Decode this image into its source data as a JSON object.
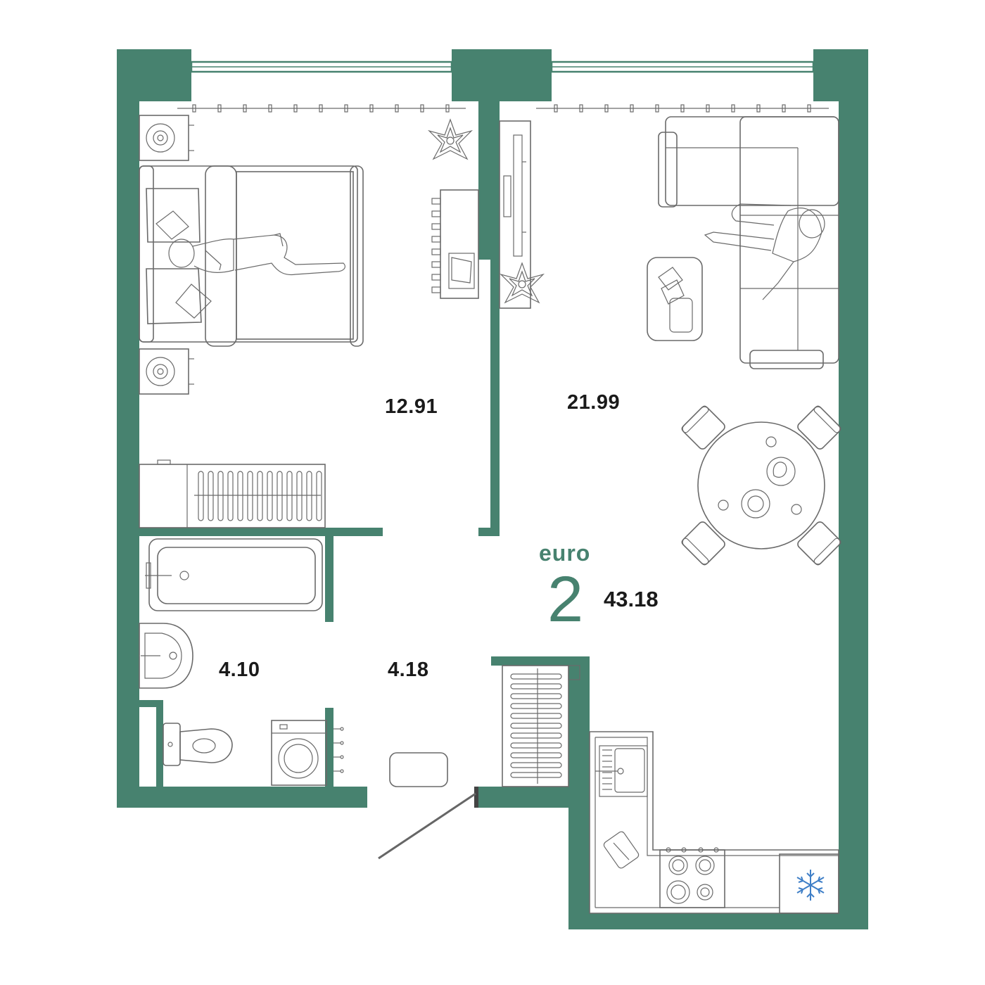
{
  "plan": {
    "type_word": "euro",
    "rooms_count": "2",
    "total_area": "43.18",
    "rooms": [
      {
        "id": "bedroom",
        "area": "12.91"
      },
      {
        "id": "living-kitchen",
        "area": "21.99"
      },
      {
        "id": "bathroom",
        "area": "4.10"
      },
      {
        "id": "hallway",
        "area": "4.18"
      }
    ]
  },
  "colors": {
    "walls": "#47826f",
    "furniture_stroke": "#6a6a6a",
    "freezer_icon": "#3f7fc7"
  },
  "icons": [
    "snowflake-icon",
    "person-lying-icon",
    "person-sitting-icon",
    "plant-icon"
  ]
}
